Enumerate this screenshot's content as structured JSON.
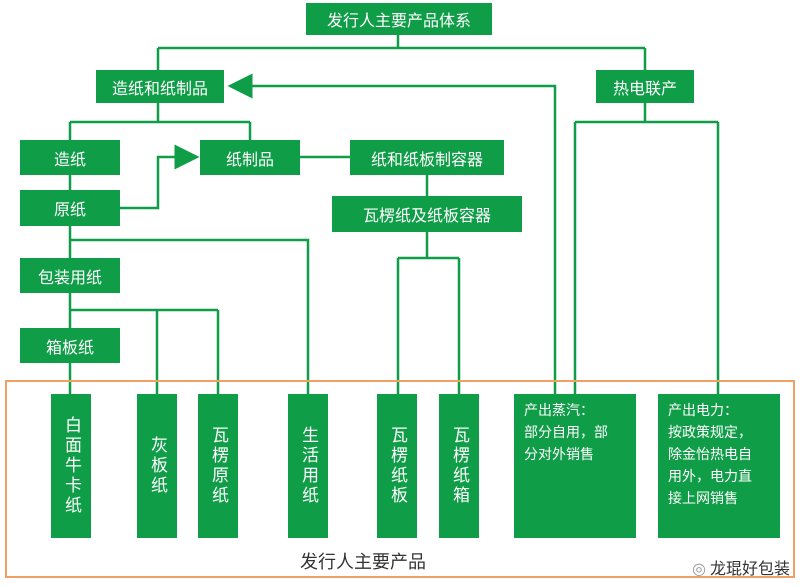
{
  "diagram": {
    "top": "发行人主要产品体系",
    "paper_products": "造纸和纸制品",
    "cogeneration": "热电联产",
    "papermaking": "造纸",
    "paper_goods": "纸制品",
    "containers": "纸和纸板制容器",
    "raw_paper": "原纸",
    "corrugated": "瓦楞纸及纸板容器",
    "packaging_paper": "包装用纸",
    "carton_board": "箱板纸",
    "products": [
      "白面牛卡纸",
      "灰板纸",
      "瓦楞原纸",
      "生活用纸",
      "瓦楞纸板",
      "瓦楞纸箱"
    ],
    "steam_note": "产出蒸汽：\n部分自用，部\n分对外销售",
    "power_note": "产出电力：\n按政策规定，\n除金怡热电自\n用外，电力直\n接上网销售",
    "frame_title": "发行人主要产品",
    "watermark": "龙琨好包装"
  },
  "colors": {
    "box": "#0f9d48",
    "line": "#0f9d48",
    "frame": "#f0a060"
  }
}
